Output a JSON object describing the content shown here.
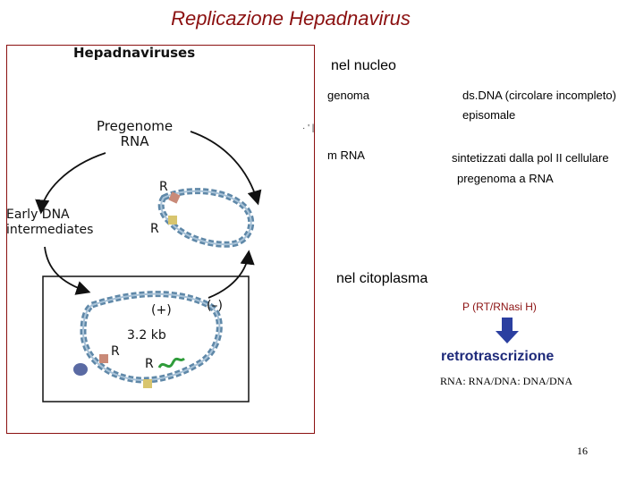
{
  "slide_title": "Replicazione  Hepadnavirus",
  "figure": {
    "heading": "Hepadnaviruses",
    "pregenome_line1": "Pregenome",
    "pregenome_line2": "RNA",
    "early_line1": "Early DNA",
    "early_line2": "intermediates",
    "r_top": "R",
    "r_mid": "R",
    "r_bottom_left": "R",
    "r_bottom_right": "R",
    "plus_strand": "(+)",
    "minus_strand": "(–)",
    "genome_size": "3.2 kb",
    "stray_mark": "· ' |",
    "colors": {
      "dna": "#5f88a8",
      "dna_light": "#a9c3d8",
      "rna_green": "#2f9c3a",
      "primer_red": "#c98a78",
      "primer_yellow": "#d8c56e",
      "protein": "#5a6aa3"
    }
  },
  "notes": {
    "nucleus_heading": "nel nucleo",
    "genome_label": "genoma",
    "genome_value_1": "ds.DNA (circolare incompleto)",
    "genome_value_2": "episomale",
    "mrna_label": "m RNA",
    "mrna_value": "sintetizzati dalla pol II cellulare",
    "pregenome_value": "pregenoma a RNA",
    "cytoplasm_heading": "nel citoplasma",
    "polymerase": "P (RT/RNasi H)",
    "retro": "retrotrascrizione",
    "chain": "RNA: RNA/DNA: DNA/DNA",
    "arrow_color": "#2b3fa0",
    "page_number": "16"
  }
}
